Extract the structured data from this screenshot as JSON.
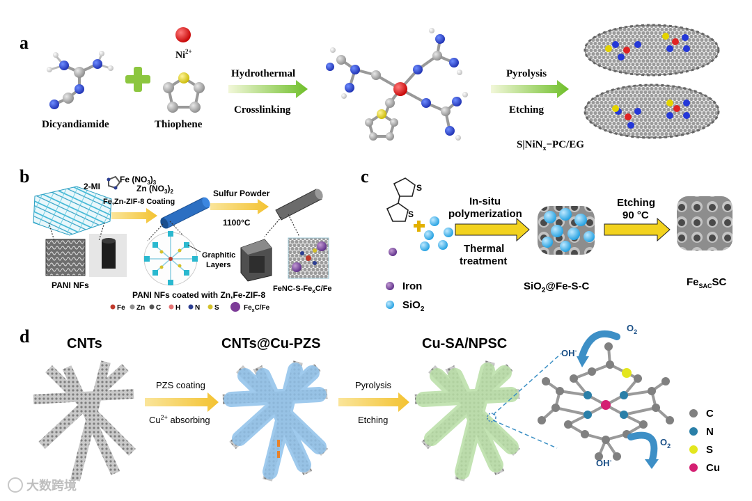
{
  "panels": {
    "a": {
      "letter": "a",
      "label_dicyandiamide": "Dicyandiamide",
      "label_thiophene": "Thiophene",
      "label_ni": "Ni",
      "label_ni_charge": "2+",
      "arrow1_top": "Hydrothermal",
      "arrow1_bottom": "Crosslinking",
      "arrow2_top": "Pyrolysis",
      "arrow2_bottom": "Etching",
      "product_prefix": "S|NiN",
      "product_sub": "x",
      "product_suffix": "−PC/EG"
    },
    "b": {
      "letter": "b",
      "label_fe": "Fe (NO",
      "label_fe_sub": "3",
      "label_fe_close": ")",
      "label_fe_sub2": "3",
      "label_zn": "Zn (NO",
      "label_zn_sub": "3",
      "label_zn_close": ")",
      "label_zn_sub2": "2",
      "label_2mi": "2-MI",
      "label_coating": "Fe,Zn-ZIF-8 Coating",
      "label_sulfur": "Sulfur Powder",
      "label_temp": "1100°C",
      "label_pani": "PANI NFs",
      "label_graphitic1": "Graphitic",
      "label_graphitic2": "Layers",
      "label_pani_coated": "PANI NFs coated with Zn,Fe-ZIF-8",
      "label_fenc": "FeNC-S-Fe",
      "label_fenc_sub": "x",
      "label_fenc_end": "C/Fe",
      "legend": [
        "Fe",
        "Zn",
        "C",
        "H",
        "N",
        "S"
      ],
      "legend_last": "Fe",
      "legend_last_sub": "x",
      "legend_last_end": "C/Fe",
      "colors": {
        "Fe": "#c0392b",
        "Zn": "#8e8e8e",
        "C": "#555555",
        "H": "#e57373",
        "N": "#2c3e91",
        "S": "#d4c12a",
        "FexC": "#7d3c98"
      }
    },
    "c": {
      "letter": "c",
      "label_s1": "S",
      "label_s2": "S",
      "arrow1_top1": "In-situ",
      "arrow1_top2": "polymerization",
      "arrow1_bottom1": "Thermal",
      "arrow1_bottom2": "treatment",
      "arrow2_top1": "Etching",
      "arrow2_top2": "90 °C",
      "legend_iron": "Iron",
      "legend_sio2": "SiO",
      "legend_sio2_sub": "2",
      "product1_prefix": "SiO",
      "product1_sub": "2",
      "product1_suffix": "@Fe-S-C",
      "product2_prefix": "Fe",
      "product2_sub": "SAC",
      "product2_suffix": "SC"
    },
    "d": {
      "letter": "d",
      "title1": "CNTs",
      "title2": "CNTs@Cu-PZS",
      "title3": "Cu-SA/NPSC",
      "arrow1_top": "PZS coating",
      "arrow1_bottom_prefix": "Cu",
      "arrow1_bottom_sup": "2+",
      "arrow1_bottom_suffix": " absorbing",
      "arrow2_top": "Pyrolysis",
      "arrow2_bottom": "Etching",
      "oh_top": "OH",
      "oh_top_sup": "-",
      "o2_top": "O",
      "o2_top_sub": "2",
      "o2_bottom": "O",
      "o2_bottom_sub": "2",
      "oh_bottom": "OH",
      "oh_bottom_sup": "-",
      "legend": [
        {
          "label": "C",
          "color": "#808080"
        },
        {
          "label": "N",
          "color": "#2a7fa8"
        },
        {
          "label": "S",
          "color": "#e3e61e"
        },
        {
          "label": "Cu",
          "color": "#d41f72"
        }
      ]
    }
  },
  "watermark": "大数跨境"
}
